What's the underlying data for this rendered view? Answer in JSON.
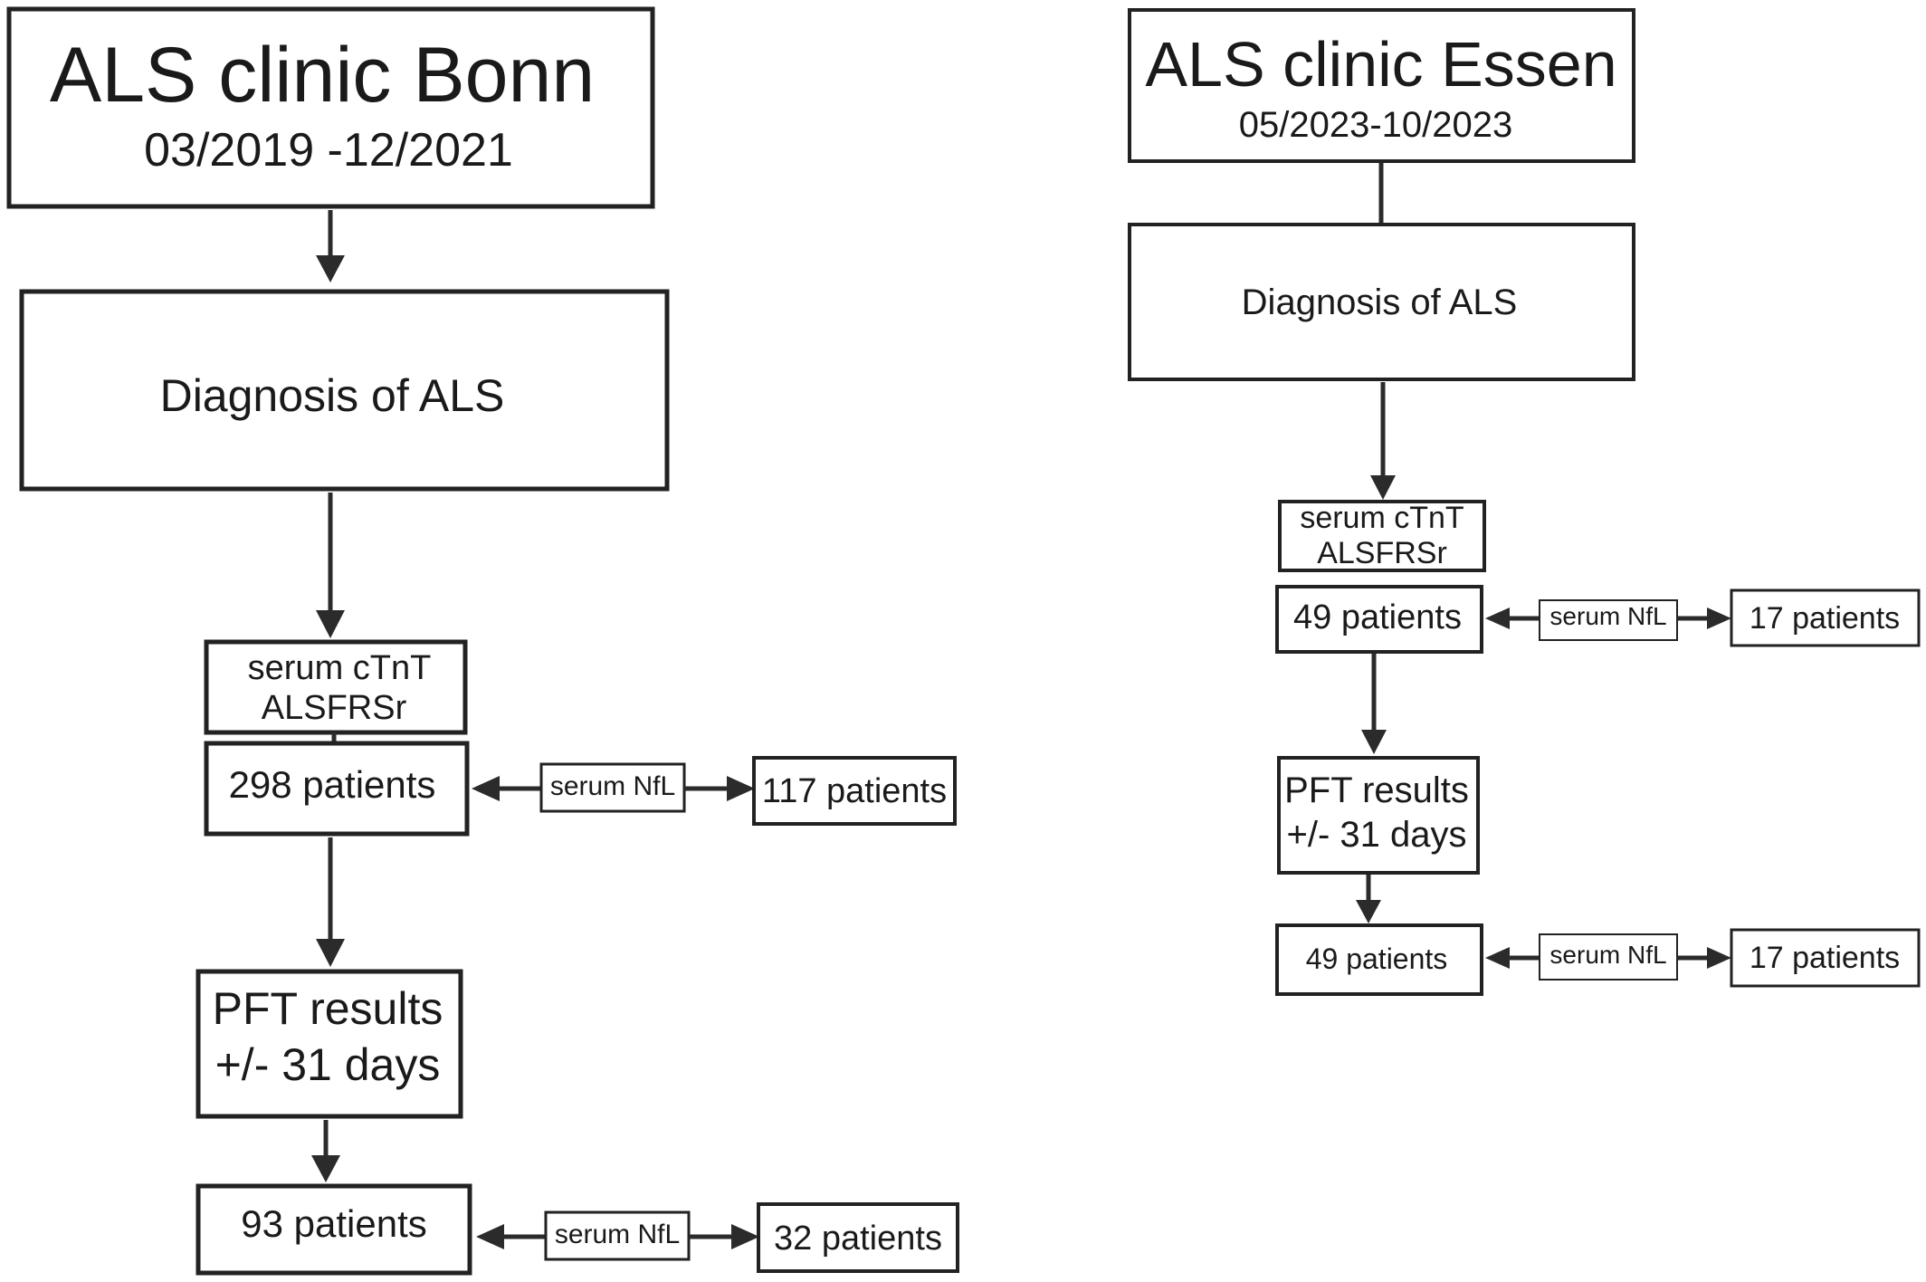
{
  "bonn": {
    "clinic_title": "ALS clinic Bonn",
    "period": "03/2019 -12/2021",
    "diagnosis": "Diagnosis of ALS",
    "measures_line1": "serum cTnT",
    "measures_line2": "ALSFRSr",
    "patients_total": "298 patients",
    "nfl_label_1": "serum NfL",
    "nfl_patients_1": "117 patients",
    "pft_line1": "PFT results",
    "pft_line2": "+/- 31 days",
    "patients_pft": "93 patients",
    "nfl_label_2": "serum NfL",
    "nfl_patients_2": "32 patients"
  },
  "essen": {
    "clinic_title": "ALS clinic Essen",
    "period": "05/2023-10/2023",
    "diagnosis": "Diagnosis of ALS",
    "measures_line1": "serum cTnT",
    "measures_line2": "ALSFRSr",
    "patients_total": "49 patients",
    "nfl_label_1": "serum NfL",
    "nfl_patients_1": "17 patients",
    "pft_line1": "PFT results",
    "pft_line2": "+/- 31 days",
    "patients_pft": "49 patients",
    "nfl_label_2": "serum NfL",
    "nfl_patients_2": "17 patients"
  }
}
